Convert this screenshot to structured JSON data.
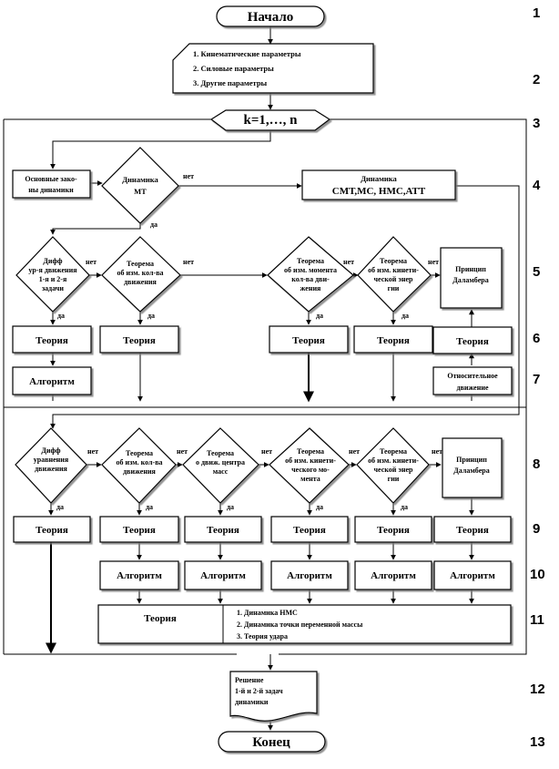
{
  "nodes": {
    "start": "Начало",
    "params": [
      "1. Кинематические параметры",
      "2. Силовые параметры",
      "3. Другие параметры"
    ],
    "loop": "k=1,…, n",
    "basic_laws": [
      "Основные зако-",
      "ны динамики"
    ],
    "dyn_mt": [
      "Динамика",
      "МТ"
    ],
    "dyn_smt": [
      "Динамика",
      "СМТ,МС, НМС,АТТ"
    ],
    "row5": {
      "diff": [
        "Дифф",
        "ур-я движения",
        "1-я и 2-я",
        "задачи"
      ],
      "t_momentum": [
        "Теорема",
        "об изм. кол-ва",
        "движения"
      ],
      "t_angmom": [
        "Теорема",
        "об изм. момента",
        "кол-ва дви-",
        "жения"
      ],
      "t_energy": [
        "Теорема",
        "об изм. кинети-",
        "ческой энер",
        "гии"
      ],
      "dalembert": [
        "Принцип",
        "Даламбера"
      ]
    },
    "theory": "Теория",
    "algorithms": "Алгоритм",
    "relative_motion": [
      "Относительное",
      "движение"
    ],
    "row8": {
      "diff": [
        "Дифф",
        "уравнения",
        "движения"
      ],
      "t_momentum": [
        "Теорема",
        "об изм. кол-ва",
        "движения"
      ],
      "t_center": [
        "Теорема",
        "о движ. центра",
        "масс"
      ],
      "t_angmom": [
        "Теорема",
        "об изм. кинети-",
        "ческого мо-",
        "мента"
      ],
      "t_energy": [
        "Теорема",
        "об изм. кинети-",
        "ческой энер",
        "гии"
      ],
      "dalembert": [
        "Принцип",
        "Даламбера"
      ]
    },
    "extra_topics": [
      "1. Динамика НМС",
      "2. Динамика точки переменной массы",
      "3. Теория удара"
    ],
    "solution": [
      "Решение",
      "1-й и 2-й задач",
      "динамики"
    ],
    "end": "Конец"
  },
  "labels": {
    "yes": "да",
    "no": "нет"
  },
  "row_numbers": [
    "1",
    "2",
    "3",
    "4",
    "5",
    "6",
    "7",
    "8",
    "9",
    "10",
    "11",
    "12",
    "13"
  ]
}
